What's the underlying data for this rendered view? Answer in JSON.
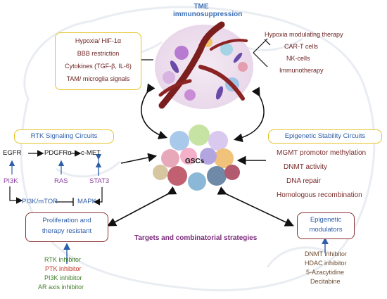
{
  "tme": {
    "title_line1": "TME",
    "title_line2": "immunosuppression",
    "factors": [
      "Hypoxia/ HIF-1α",
      "BBB restriction",
      "Cytokines (TGF-β, IL-6)",
      "TAM/ microglia signals"
    ],
    "therapies": [
      "Hypoxia modulating therapy",
      "CAR-T cells",
      "NK-cells",
      "Immunotherapy"
    ]
  },
  "rtk": {
    "title": "RTK Signaling Circuits",
    "egfr": "EGFR",
    "pdgfra": "PDGFRα",
    "cmet": "c-MET",
    "pi3k": "PI3K",
    "ras": "RAS",
    "stat3": "STAT3",
    "pi3k_mtor": "PI3K/mTOR",
    "mapk": "MAPK"
  },
  "epigenetic": {
    "title": "Epigenetic Stability Circuits",
    "items": [
      "MGMT promotor methylation",
      "DNMT activity",
      "DNA repair",
      "Homologous recombination"
    ]
  },
  "center": {
    "label": "GSCs",
    "strategies": "Targets and combinatorial strategies"
  },
  "proliferation": {
    "title_line1": "Proliferation and",
    "title_line2": "therapy resistant",
    "inhibitors": [
      "RTK inhibitor",
      "PTK inhibitor",
      "PI3K inhibitor",
      "AR axis inhibitor"
    ]
  },
  "modulators": {
    "title_line1": "Epigenetic",
    "title_line2": "modulators",
    "items": [
      "DNMT inhibitor",
      "HDAC inhibitor",
      "5-Azacytidine",
      "Decitabine"
    ]
  },
  "colors": {
    "yellow_border": "#e6c325",
    "maroon_border": "#8a2f2f",
    "blue_text": "#2f5fa8",
    "title_blue": "#3b6fb6"
  }
}
